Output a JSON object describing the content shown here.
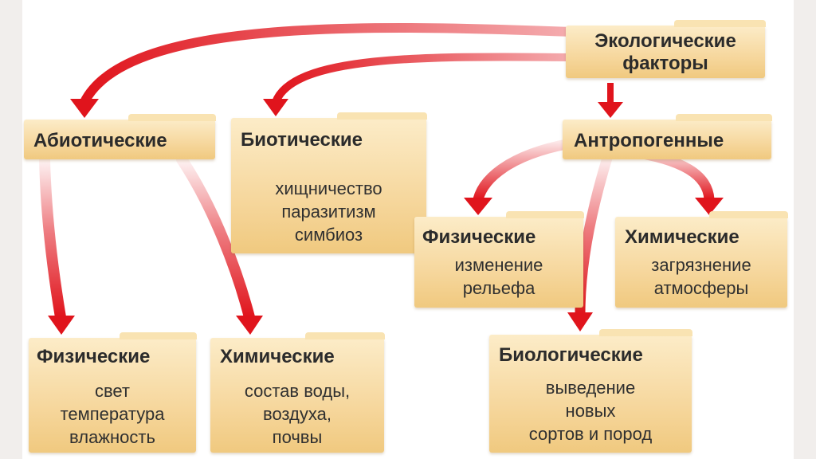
{
  "diagram": {
    "root": {
      "title": "Экологические\nфакторы"
    },
    "abiotic": {
      "title": "Абиотические",
      "physical": {
        "title": "Физические",
        "items": "свет\nтемпература\nвлажность"
      },
      "chemical": {
        "title": "Химические",
        "items": "состав воды,\nвоздуха,\nпочвы"
      }
    },
    "biotic": {
      "title": "Биотические",
      "items": "хищничество\nпаразитизм\nсимбиоз"
    },
    "anthropogenic": {
      "title": "Антропогенные",
      "physical": {
        "title": "Физические",
        "items": "изменение\nрельефа"
      },
      "chemical": {
        "title": "Химические",
        "items": "загрязнение\nатмосферы"
      },
      "biological": {
        "title": "Биологические",
        "items": "выведение\nновых\nсортов и пород"
      }
    }
  },
  "colors": {
    "arrow": "#e0141c",
    "folder": "#f6d79d",
    "frame": "#f1eeec"
  }
}
